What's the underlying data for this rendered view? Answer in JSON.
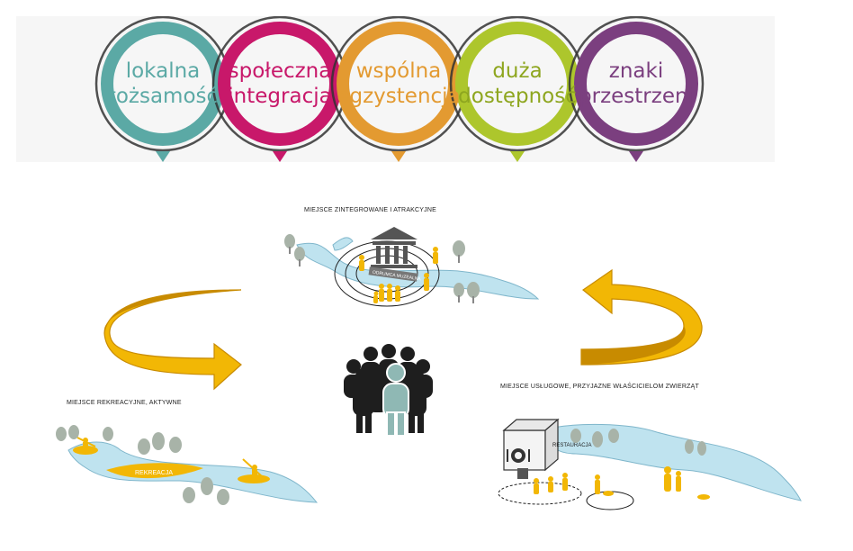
{
  "values": [
    {
      "line1": "lokalna",
      "line2": "tożsamość",
      "color": "#5ba9a5"
    },
    {
      "line1": "społeczna",
      "line2": "integracja",
      "color": "#c8186a"
    },
    {
      "line1": "wspólna",
      "line2": "egzystencja",
      "color": "#e39a31"
    },
    {
      "line1": "duża",
      "line2": "dostępność",
      "color": "#adc62c"
    },
    {
      "line1": "znaki",
      "line2": "przestrzeni",
      "color": "#7b3f7f"
    }
  ],
  "scenes": {
    "integrated": {
      "title": "MIEJSCE ZINTEGROWANE I ATRAKCYJNE",
      "label": "ODRUMCA MUZEALNA"
    },
    "recreation": {
      "title": "MIEJSCE REKREACYJNE, AKTYWNE",
      "label": "REKREACJA"
    },
    "service": {
      "title": "MIEJSCE USŁUGOWE, PRZYJAZNE WŁAŚCICIELOM ZWIERZĄT",
      "label": "RESTAURACJA"
    }
  },
  "colors": {
    "accent": "#f2b705",
    "river": "#bfe3ef",
    "tree": "#a8b3a8",
    "people": "#1e1e1e",
    "people_highlight": "#8fb8b4"
  }
}
